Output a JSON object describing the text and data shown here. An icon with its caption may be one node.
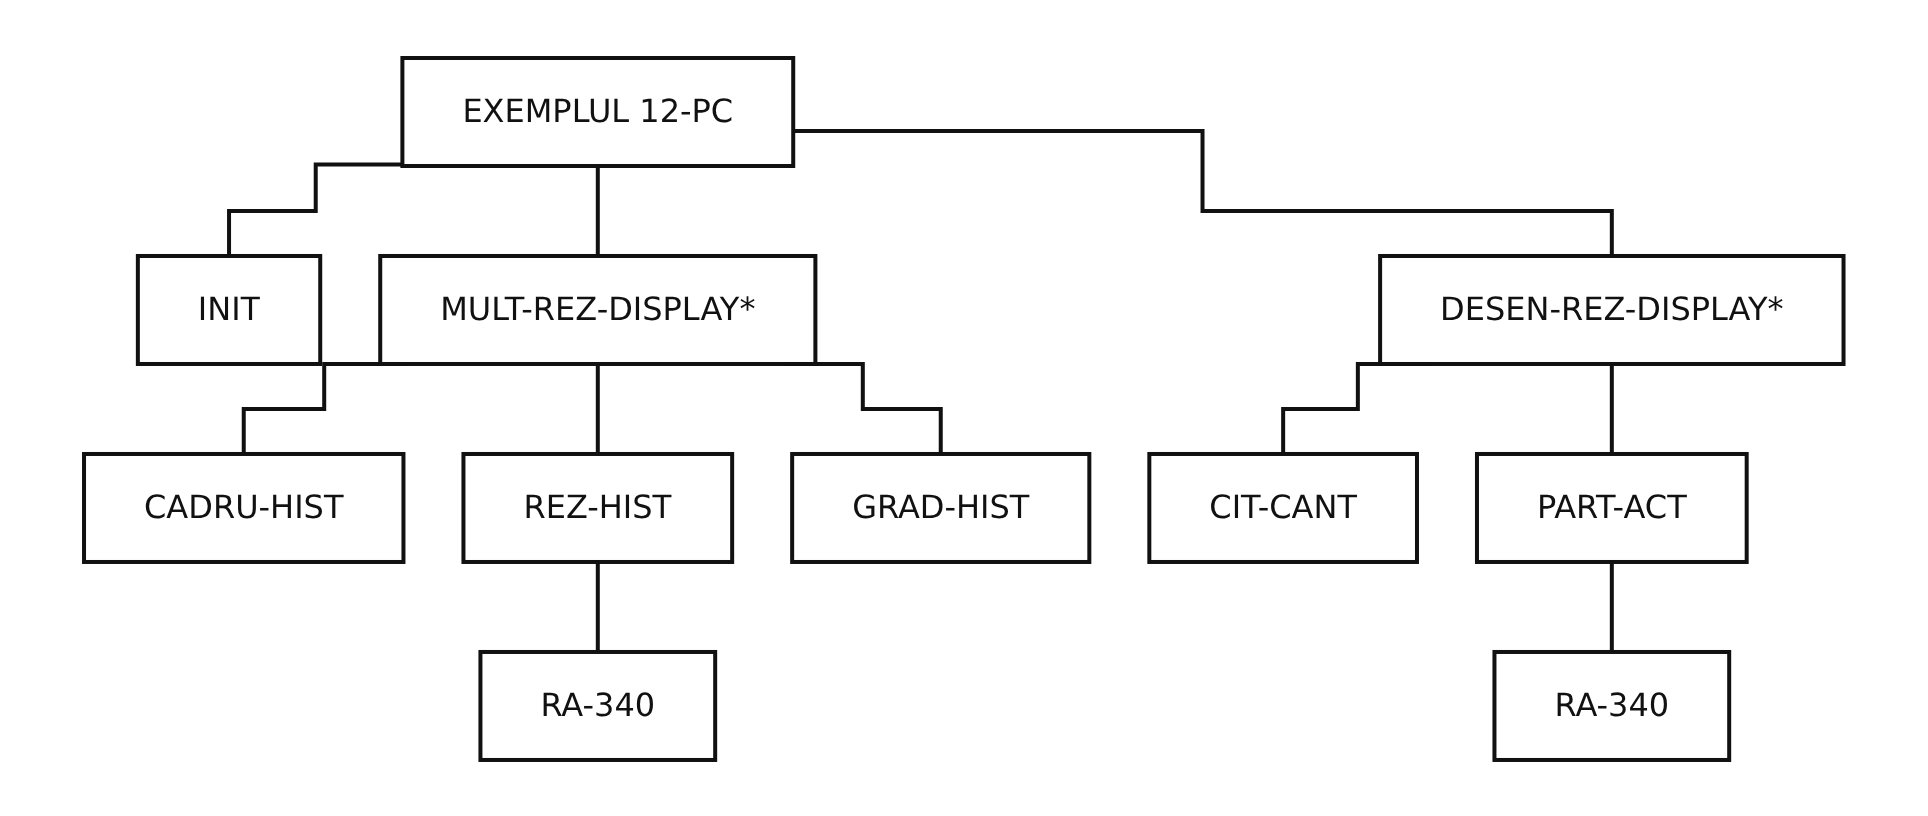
{
  "diagram": {
    "nodes": [
      {
        "text": [
          "EXEMPLUL 12-PC"
        ]
      },
      {
        "text": [
          "INIT"
        ]
      },
      {
        "text": [
          "MULT-REZ-DISPLAY*"
        ]
      },
      {
        "text": [
          "DESEN-REZ-DISPLAY*"
        ]
      },
      {
        "text": [
          "CADRU-HIST"
        ]
      },
      {
        "text": [
          "REZ-HIST"
        ]
      },
      {
        "text": [
          "GRAD-HIST"
        ]
      },
      {
        "text": [
          "CIT-CANT"
        ]
      },
      {
        "text": [
          "PART-ACT"
        ]
      },
      {
        "text": [
          "RA-340"
        ]
      },
      {
        "text": [
          "RA-340"
        ]
      }
    ],
    "edges": [
      {
        "from": 0,
        "to": 1,
        "arrow": "none"
      },
      {
        "from": 0,
        "to": 2,
        "arrow": "none"
      },
      {
        "from": 0,
        "to": 3,
        "arrow": "none"
      },
      {
        "from": 2,
        "to": 4,
        "arrow": "none"
      },
      {
        "from": 2,
        "to": 5,
        "arrow": "none"
      },
      {
        "from": 2,
        "to": 6,
        "arrow": "none"
      },
      {
        "from": 3,
        "to": 7,
        "arrow": "none"
      },
      {
        "from": 3,
        "to": 8,
        "arrow": "none"
      },
      {
        "from": 5,
        "to": 9,
        "arrow": "none"
      },
      {
        "from": 8,
        "to": 10,
        "arrow": "none"
      }
    ]
  }
}
